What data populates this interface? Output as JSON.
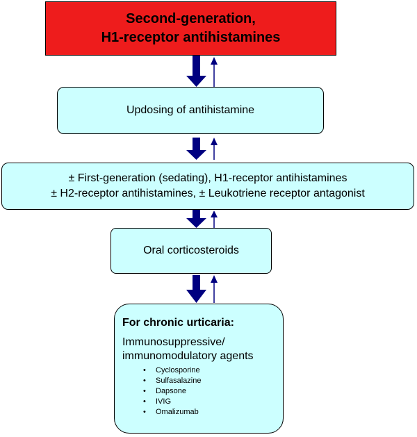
{
  "boxes": {
    "top": {
      "line1": "Second-generation,",
      "line2": "H1-receptor antihistamines"
    },
    "updosing": {
      "text": "Updosing of antihistamine"
    },
    "combination": {
      "line1": "± First-generation (sedating), H1-receptor antihistamines",
      "line2": "± H2-receptor antihistamines, ± Leukotriene receptor antagonist"
    },
    "oral": {
      "text": "Oral corticosteroids"
    },
    "chronic": {
      "title": "For chronic urticaria:",
      "subtitle_line1": "Immunosuppressive/",
      "subtitle_line2": "immunomodulatory agents",
      "agents": [
        "Cyclosporine",
        "Sulfasalazine",
        "Dapsone",
        "IVIG",
        "Omalizumab"
      ]
    }
  },
  "colors": {
    "top_fill": "#ee1c1c",
    "box_fill": "#ccffff",
    "arrow": "#000080"
  }
}
